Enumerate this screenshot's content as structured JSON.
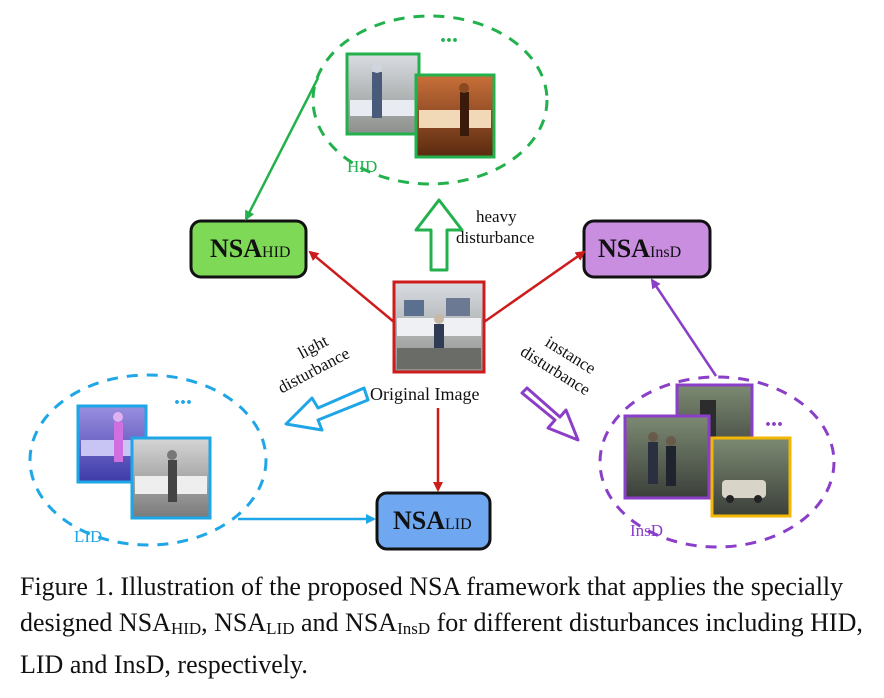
{
  "figure": {
    "original_label": "Original Image",
    "heavy_line1": "heavy",
    "heavy_line2": "disturbance",
    "light_line1": "light",
    "light_line2": "disturbance",
    "instance_line1": "instance",
    "instance_line2": "disturbance",
    "hid_label": "HID",
    "lid_label": "LID",
    "insd_label": "InsD",
    "ellipsis": "...",
    "boxes": {
      "hid": {
        "main": "NSA",
        "sub": "HID"
      },
      "insd": {
        "main": "NSA",
        "sub": "InsD"
      },
      "lid": {
        "main": "NSA",
        "sub": "LID"
      }
    },
    "colors": {
      "hid": "#22b14c",
      "lid": "#1ea6e6",
      "insd": "#8b3fc8",
      "red": "#cc1c1c",
      "hid_box": "#7ed957",
      "lid_box": "#6fa8f0",
      "insd_box": "#c98ee0",
      "yellow": "#f2b705"
    }
  },
  "caption": {
    "prefix": "Figure 1. Illustration of the proposed NSA framework that applies the specially designed ",
    "nsa": "NSA",
    "sub_hid": "HID",
    "sep1": ", ",
    "sub_lid": "LID",
    "sep2": " and ",
    "sub_insd": "InsD",
    "suffix": " for different disturbances including HID, LID and InsD, respectively."
  }
}
